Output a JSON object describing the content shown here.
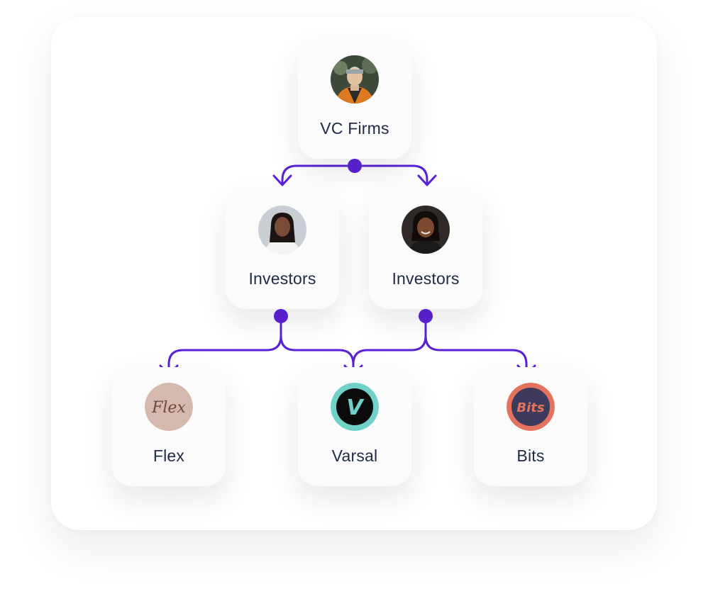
{
  "diagram": {
    "accent_color": "#5b21d6",
    "nodes": [
      {
        "id": "vc",
        "label": "VC Firms",
        "icon": "person-avatar"
      },
      {
        "id": "inv1",
        "label": "Investors",
        "icon": "person-avatar"
      },
      {
        "id": "inv2",
        "label": "Investors",
        "icon": "person-avatar"
      },
      {
        "id": "flex",
        "label": "Flex",
        "icon": "flex-logo",
        "logo_text": "Flex"
      },
      {
        "id": "varsal",
        "label": "Varsal",
        "icon": "varsal-logo",
        "logo_text": "V"
      },
      {
        "id": "bits",
        "label": "Bits",
        "icon": "bits-logo",
        "logo_text": "Bits"
      }
    ],
    "edges": [
      {
        "from": "vc",
        "to": "inv1"
      },
      {
        "from": "vc",
        "to": "inv2"
      },
      {
        "from": "inv1",
        "to": "flex"
      },
      {
        "from": "inv1",
        "to": "varsal"
      },
      {
        "from": "inv2",
        "to": "varsal"
      },
      {
        "from": "inv2",
        "to": "bits"
      }
    ]
  }
}
